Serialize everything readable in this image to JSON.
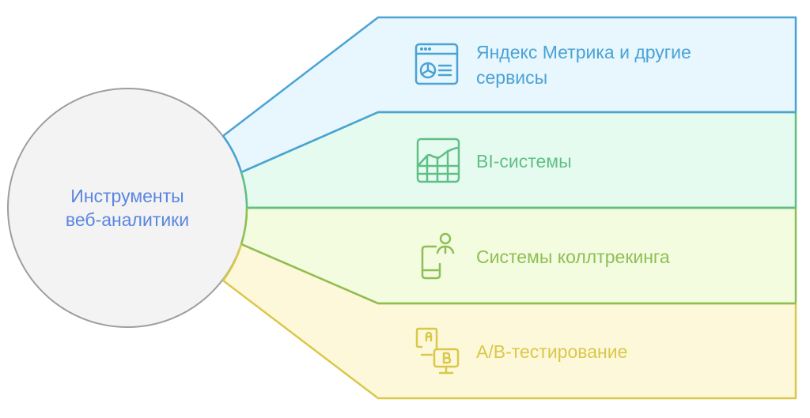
{
  "center": {
    "line1": "Инструменты",
    "line2": "веб-аналитики",
    "color": "#5b86e0",
    "fill": "#f3f3f3",
    "stroke": "#9e9e9e"
  },
  "items": [
    {
      "label_line1": "Яндекс Метрика и другие",
      "label_line2": "сервисы",
      "icon": "analytics-dashboard-icon",
      "color": "#4aa3d6",
      "fill": "#e8f6fd"
    },
    {
      "label_line1": "BI-системы",
      "label_line2": "",
      "icon": "chart-grid-icon",
      "color": "#5fbf85",
      "fill": "#e6fbf0"
    },
    {
      "label_line1": "Системы коллтрекинга",
      "label_line2": "",
      "icon": "phone-user-icon",
      "color": "#8fbe55",
      "fill": "#f3fcdf"
    },
    {
      "label_line1": "A/B-тестирование",
      "label_line2": "",
      "icon": "ab-testing-icon",
      "color": "#d9c84a",
      "fill": "#fdf8d9"
    }
  ]
}
